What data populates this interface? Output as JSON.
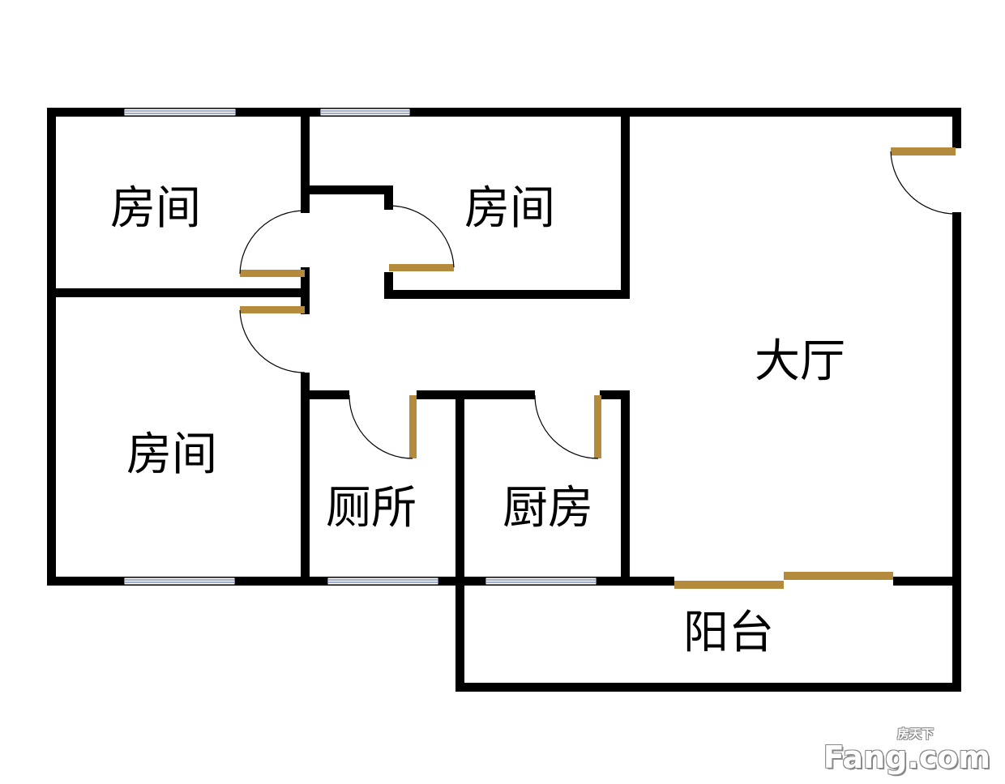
{
  "rooms": {
    "bedroom_top_left": "房间",
    "bedroom_top_middle": "房间",
    "bedroom_bottom_left": "房间",
    "living_room": "大厅",
    "toilet": "厕所",
    "kitchen": "厨房",
    "balcony": "阳台"
  },
  "watermark": {
    "small": "房天下",
    "large": "Fang.com"
  },
  "colors": {
    "wall": "#000000",
    "door": "#b48a3c",
    "window": "#6a7fb2"
  }
}
